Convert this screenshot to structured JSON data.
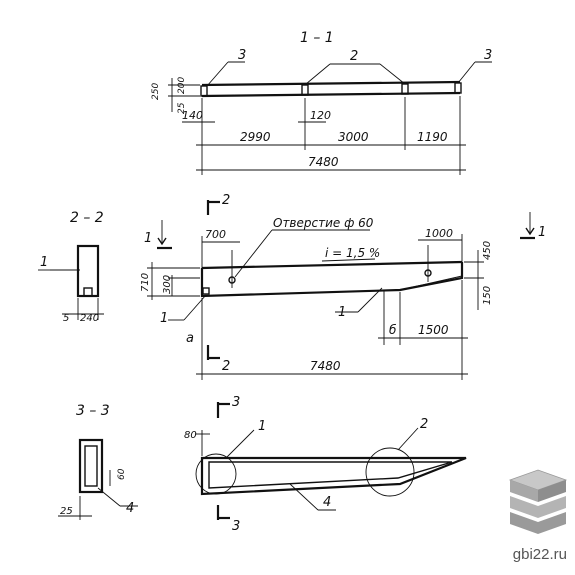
{
  "section_titles": {
    "s11": "1 – 1",
    "s22": "2 – 2",
    "s33": "3 – 3"
  },
  "callouts": {
    "c1": "1",
    "c2": "2",
    "c3": "3",
    "c4": "4"
  },
  "top_view": {
    "dims_left": [
      "250",
      "200",
      "25"
    ],
    "dims_bottom": [
      "140",
      "120"
    ],
    "spans": [
      "2990",
      "3000",
      "1190"
    ],
    "total": "7480"
  },
  "main_view": {
    "hole_label": "Отверстие ф 60",
    "slope_label": "i = 1,5 %",
    "dims_top": [
      "700",
      "1000"
    ],
    "dims_left": [
      "710",
      "300"
    ],
    "dims_right": [
      "450",
      "150"
    ],
    "bottom_dims": [
      "б",
      "1500"
    ],
    "mark_a": "а",
    "total": "7480"
  },
  "section_22": {
    "dims": [
      "5",
      "240"
    ]
  },
  "section_33": {
    "dims": [
      "80",
      "60",
      "25"
    ]
  },
  "watermark": "gbi22.ru"
}
